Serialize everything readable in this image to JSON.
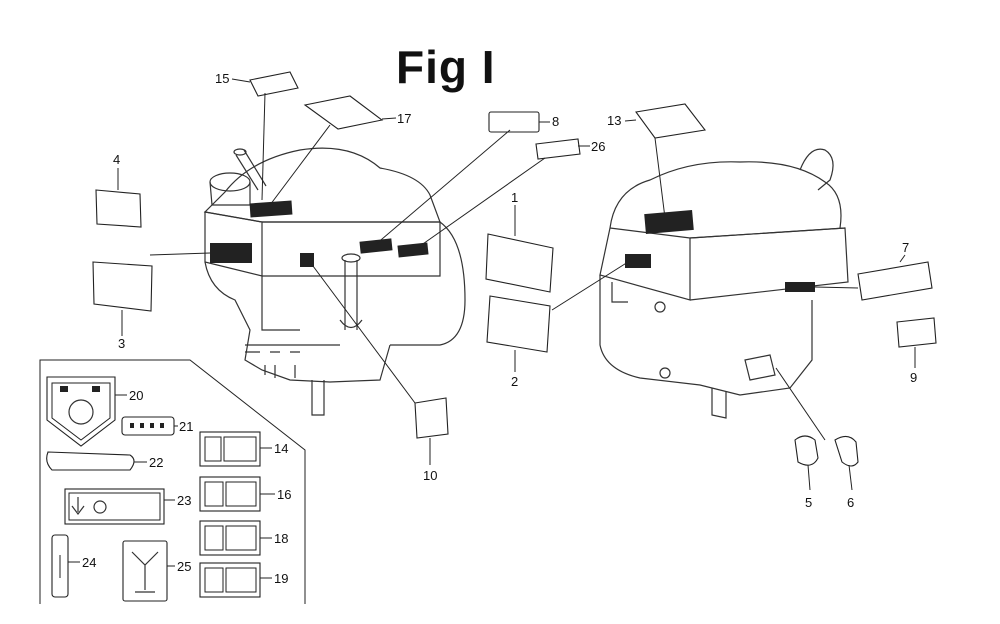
{
  "title": "Fig I",
  "callouts": [
    "15",
    "17",
    "4",
    "3",
    "8",
    "26",
    "1",
    "2",
    "13",
    "7",
    "9",
    "10",
    "5",
    "6",
    "20",
    "21",
    "22",
    "14",
    "16",
    "23",
    "18",
    "24",
    "25",
    "19"
  ]
}
